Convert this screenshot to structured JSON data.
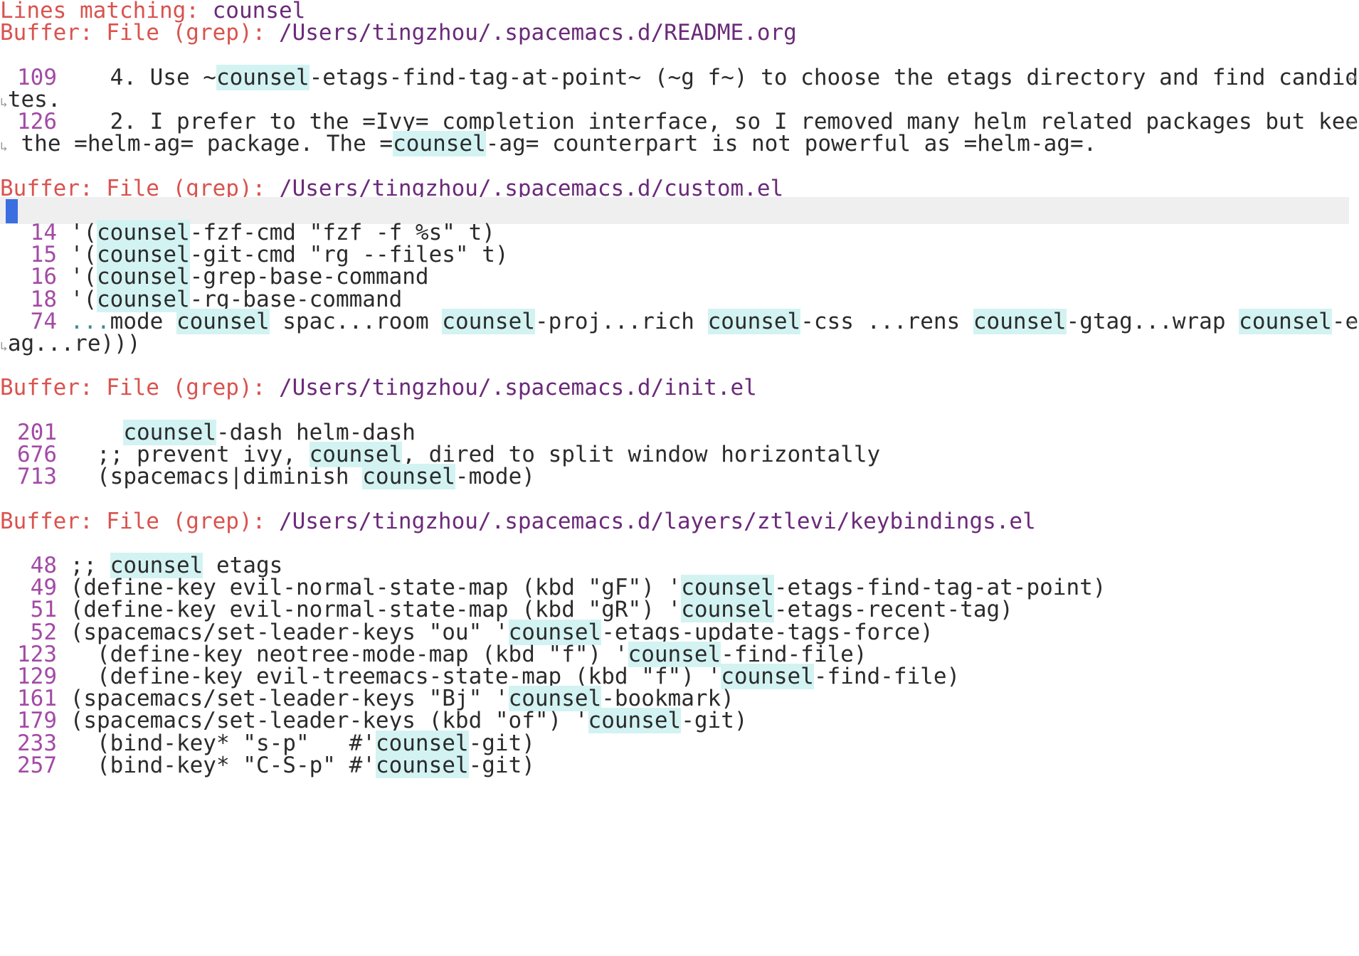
{
  "header": {
    "lines_label": "Lines matching:",
    "query": "counsel",
    "buffer_label": "Buffer: File (grep):"
  },
  "sections": [
    {
      "path": "/Users/tingzhou/.spacemacs.d/README.org",
      "lines": [
        {
          "num": "109",
          "segments": [
            {
              "t": "    4. Use ~"
            },
            {
              "t": "counsel",
              "hl": true
            },
            {
              "t": "-etags-find-tag-at-point~ (~g f~) to choose the etags directory and find candida"
            }
          ],
          "cont": "tes."
        },
        {
          "num": "126",
          "segments": [
            {
              "t": "    2. I prefer to the =Ivy= completion interface, so I removed many helm related packages but keep"
            }
          ],
          "cont_segments": [
            {
              "t": " the =helm-ag= package. The ="
            },
            {
              "t": "counsel",
              "hl": true
            },
            {
              "t": "-ag= counterpart is not powerful as =helm-ag=."
            }
          ]
        }
      ]
    },
    {
      "path": "/Users/tingzhou/.spacemacs.d/custom.el",
      "lines": [
        {
          "num": "14",
          "segments": [
            {
              "t": " '("
            },
            {
              "t": "counsel",
              "hl": true
            },
            {
              "t": "-fzf-cmd \"fzf -f %s\" t)"
            }
          ]
        },
        {
          "num": "15",
          "segments": [
            {
              "t": " '("
            },
            {
              "t": "counsel",
              "hl": true
            },
            {
              "t": "-git-cmd \"rg --files\" t)"
            }
          ]
        },
        {
          "num": "16",
          "segments": [
            {
              "t": " '("
            },
            {
              "t": "counsel",
              "hl": true
            },
            {
              "t": "-grep-base-command"
            }
          ]
        },
        {
          "num": "18",
          "segments": [
            {
              "t": " '("
            },
            {
              "t": "counsel",
              "hl": true
            },
            {
              "t": "-rg-base-command"
            }
          ]
        },
        {
          "num": "74",
          "segments": [
            {
              "t": " ...",
              "dim": true
            },
            {
              "t": "mode "
            },
            {
              "t": "counsel",
              "hl": true
            },
            {
              "t": " spac...room "
            },
            {
              "t": "counsel",
              "hl": true
            },
            {
              "t": "-proj...rich "
            },
            {
              "t": "counsel",
              "hl": true
            },
            {
              "t": "-css ...rens "
            },
            {
              "t": "counsel",
              "hl": true
            },
            {
              "t": "-gtag...wrap "
            },
            {
              "t": "counsel",
              "hl": true
            },
            {
              "t": "-et"
            }
          ],
          "cont": "ag...re)))"
        }
      ]
    },
    {
      "path": "/Users/tingzhou/.spacemacs.d/init.el",
      "lines": [
        {
          "num": "201",
          "segments": [
            {
              "t": "     "
            },
            {
              "t": "counsel",
              "hl": true
            },
            {
              "t": "-dash helm-dash"
            }
          ]
        },
        {
          "num": "676",
          "segments": [
            {
              "t": "   ;; prevent ivy, "
            },
            {
              "t": "counsel",
              "hl": true
            },
            {
              "t": ", dired to split window horizontally"
            }
          ]
        },
        {
          "num": "713",
          "segments": [
            {
              "t": "   (spacemacs|diminish "
            },
            {
              "t": "counsel",
              "hl": true
            },
            {
              "t": "-mode)"
            }
          ]
        }
      ]
    },
    {
      "path": "/Users/tingzhou/.spacemacs.d/layers/ztlevi/keybindings.el",
      "lines": [
        {
          "num": "48",
          "segments": [
            {
              "t": " ;; "
            },
            {
              "t": "counsel",
              "hl": true
            },
            {
              "t": " etags"
            }
          ]
        },
        {
          "num": "49",
          "segments": [
            {
              "t": " (define-key evil-normal-state-map (kbd \"gF\") '"
            },
            {
              "t": "counsel",
              "hl": true
            },
            {
              "t": "-etags-find-tag-at-point)"
            }
          ]
        },
        {
          "num": "51",
          "segments": [
            {
              "t": " (define-key evil-normal-state-map (kbd \"gR\") '"
            },
            {
              "t": "counsel",
              "hl": true
            },
            {
              "t": "-etags-recent-tag)"
            }
          ]
        },
        {
          "num": "52",
          "segments": [
            {
              "t": " (spacemacs/set-leader-keys \"ou\" '"
            },
            {
              "t": "counsel",
              "hl": true
            },
            {
              "t": "-etags-update-tags-force)"
            }
          ]
        },
        {
          "num": "123",
          "segments": [
            {
              "t": "   (define-key neotree-mode-map (kbd \"f\") '"
            },
            {
              "t": "counsel",
              "hl": true
            },
            {
              "t": "-find-file)"
            }
          ]
        },
        {
          "num": "129",
          "segments": [
            {
              "t": "   (define-key evil-treemacs-state-map (kbd \"f\") '"
            },
            {
              "t": "counsel",
              "hl": true
            },
            {
              "t": "-find-file)"
            }
          ]
        },
        {
          "num": "161",
          "segments": [
            {
              "t": " (spacemacs/set-leader-keys \"Bj\" '"
            },
            {
              "t": "counsel",
              "hl": true
            },
            {
              "t": "-bookmark)"
            }
          ]
        },
        {
          "num": "179",
          "segments": [
            {
              "t": " (spacemacs/set-leader-keys (kbd \"of\") '"
            },
            {
              "t": "counsel",
              "hl": true
            },
            {
              "t": "-git)"
            }
          ]
        },
        {
          "num": "233",
          "segments": [
            {
              "t": "   (bind-key* \"s-p\"   #'"
            },
            {
              "t": "counsel",
              "hl": true
            },
            {
              "t": "-git)"
            }
          ]
        },
        {
          "num": "257",
          "segments": [
            {
              "t": "   (bind-key* \"C-S-p\" #'"
            },
            {
              "t": "counsel",
              "hl": true
            },
            {
              "t": "-git)"
            }
          ]
        }
      ]
    }
  ],
  "colors": {
    "header_label": "#d9534f",
    "header_value": "#6b2a7a",
    "line_number": "#a24aa6",
    "match_highlight": "#d3f3f3",
    "cursor": "#3b6ee0"
  },
  "icons": {
    "wrap_right": "continuation-arrow-icon",
    "wrap_left": "continuation-arrow-icon"
  }
}
